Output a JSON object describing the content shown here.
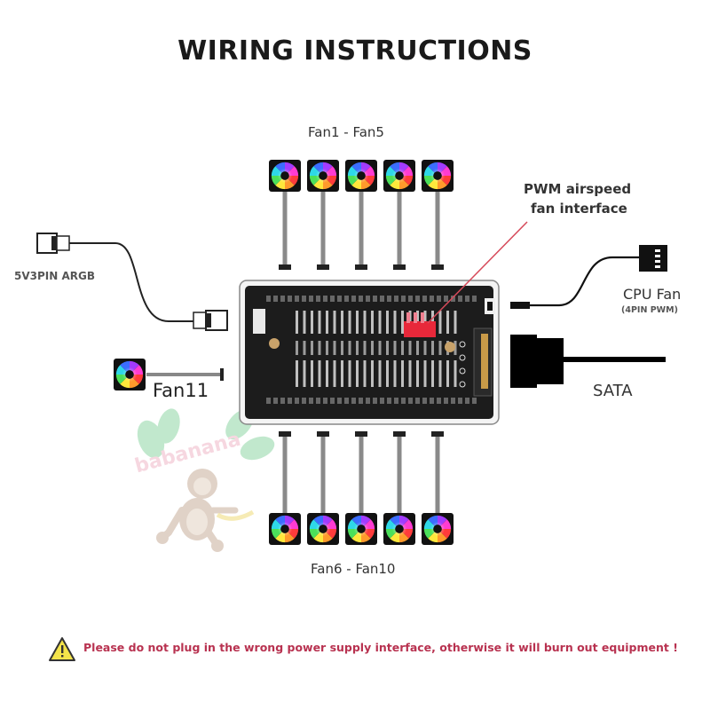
{
  "title": "WIRING INSTRUCTIONS",
  "labels": {
    "fans_top": "Fan1 - Fan5",
    "fans_bottom": "Fan6 - Fan10",
    "fan11": "Fan11",
    "argb": "5V3PIN ARGB",
    "pwm_interface_line1": "PWM airspeed",
    "pwm_interface_line2": "fan interface",
    "cpu_fan": "CPU Fan",
    "cpu_fan_sub": "(4PIN PWM)",
    "sata": "SATA"
  },
  "warning": {
    "icon": "warning-triangle-icon",
    "text": "Please do not plug in the wrong power supply interface, otherwise it will burn out equipment !"
  },
  "watermark": {
    "text": "babanana"
  },
  "fans": {
    "top": [
      "Fan1",
      "Fan2",
      "Fan3",
      "Fan4",
      "Fan5"
    ],
    "bottom": [
      "Fan6",
      "Fan7",
      "Fan8",
      "Fan9",
      "Fan10"
    ]
  },
  "colors": {
    "board": "#1c1c1c",
    "pwm_header": "#e8283a",
    "callout_line": "#d64a5a",
    "warning_text": "#b83250",
    "warning_fill": "#f3e34a"
  }
}
